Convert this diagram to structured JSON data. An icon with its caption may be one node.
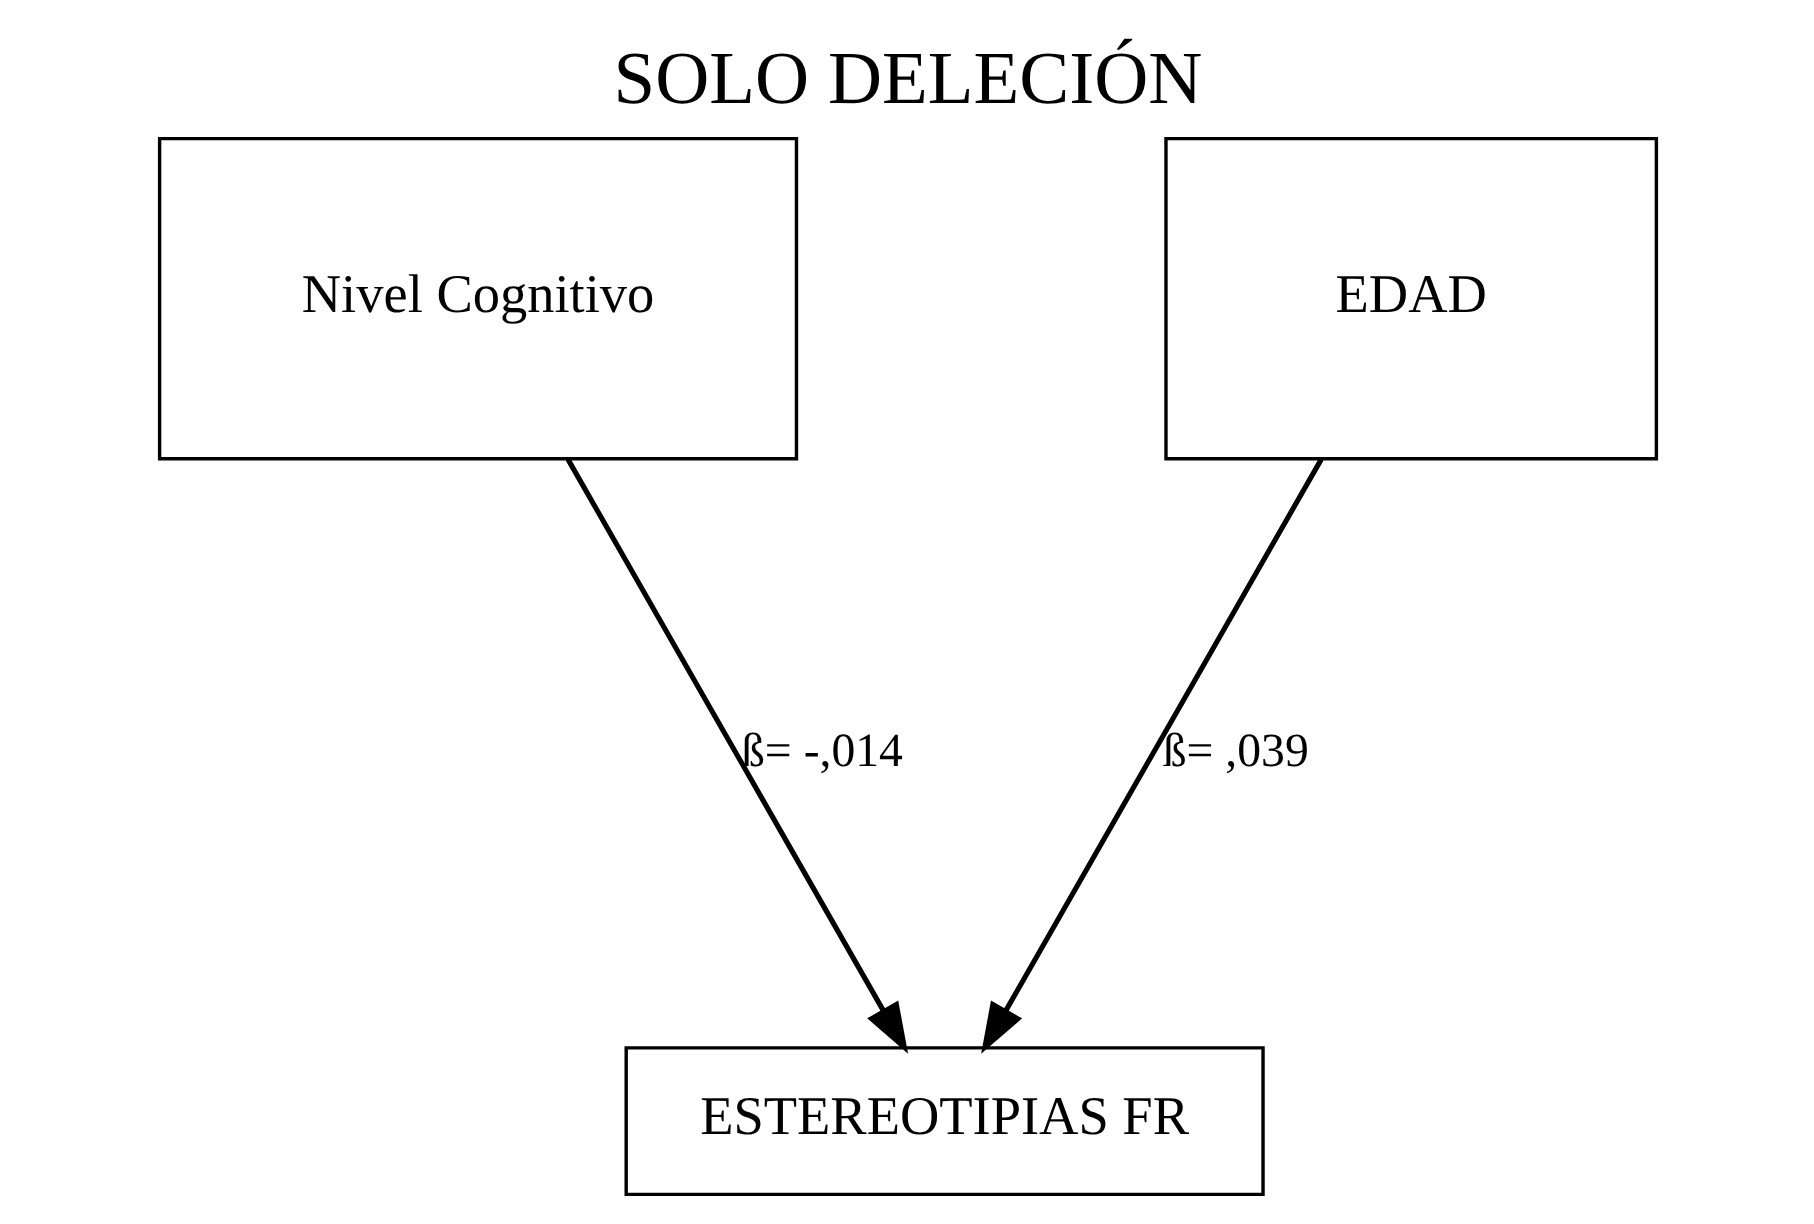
{
  "diagram": {
    "title": "SOLO DELECIÓN",
    "nodes": [
      {
        "text": [
          "Nivel Cognitivo"
        ]
      },
      {
        "text": [
          "EDAD"
        ]
      },
      {
        "text": [
          "ESTEREOTIPIAS FR"
        ]
      }
    ],
    "edges": [
      {
        "from": 0,
        "to": 2,
        "arrow": "to",
        "label": "ß= -,014"
      },
      {
        "from": 1,
        "to": 2,
        "arrow": "to",
        "label": "ß= ,039"
      }
    ]
  }
}
